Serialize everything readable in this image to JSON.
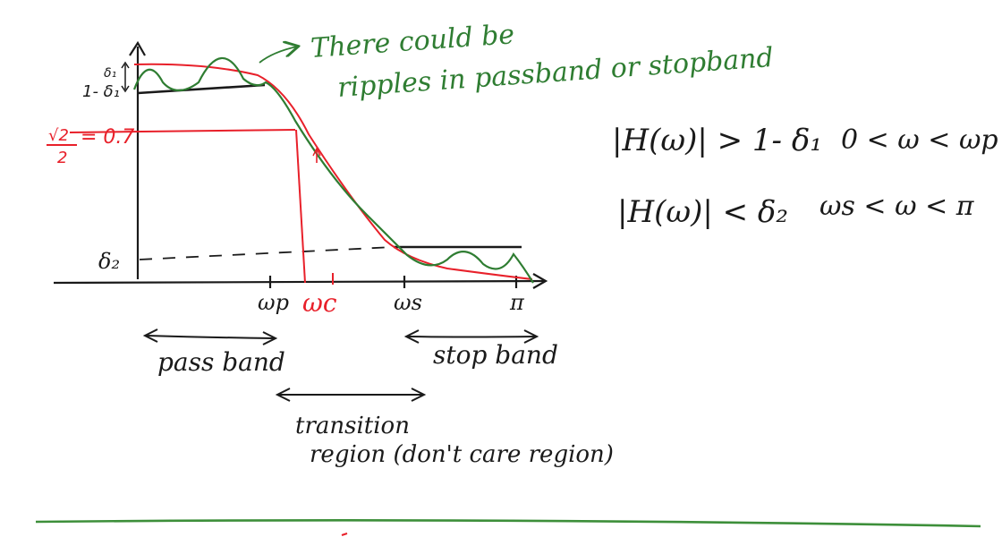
{
  "colors": {
    "ink": "#1a1a1a",
    "red": "#e8202a",
    "green": "#2f7d32",
    "rule": "#3d8f3a"
  },
  "labels": {
    "ripple_note_line1": "There could be",
    "ripple_note_line2": "ripples in passband or stopband",
    "delta1_small": "δ₁",
    "one_minus_delta1": "1- δ₁",
    "root2_num": "√2",
    "root2_den": "2",
    "equals_07": "= 0.7",
    "delta2": "δ₂",
    "omega_p": "ωp",
    "omega_c": "ωc",
    "omega_s": "ωs",
    "pi": "π",
    "passband": "pass band",
    "stopband": "stop band",
    "transition_line1": "transition",
    "transition_line2": "region (don't care region)",
    "cond1_lhs": "|H(ω)| > 1- δ₁",
    "cond1_rhs": "0 < ω < ωp",
    "cond2_lhs": "|H(ω)| < δ₂",
    "cond2_rhs": "ωs < ω < π"
  }
}
